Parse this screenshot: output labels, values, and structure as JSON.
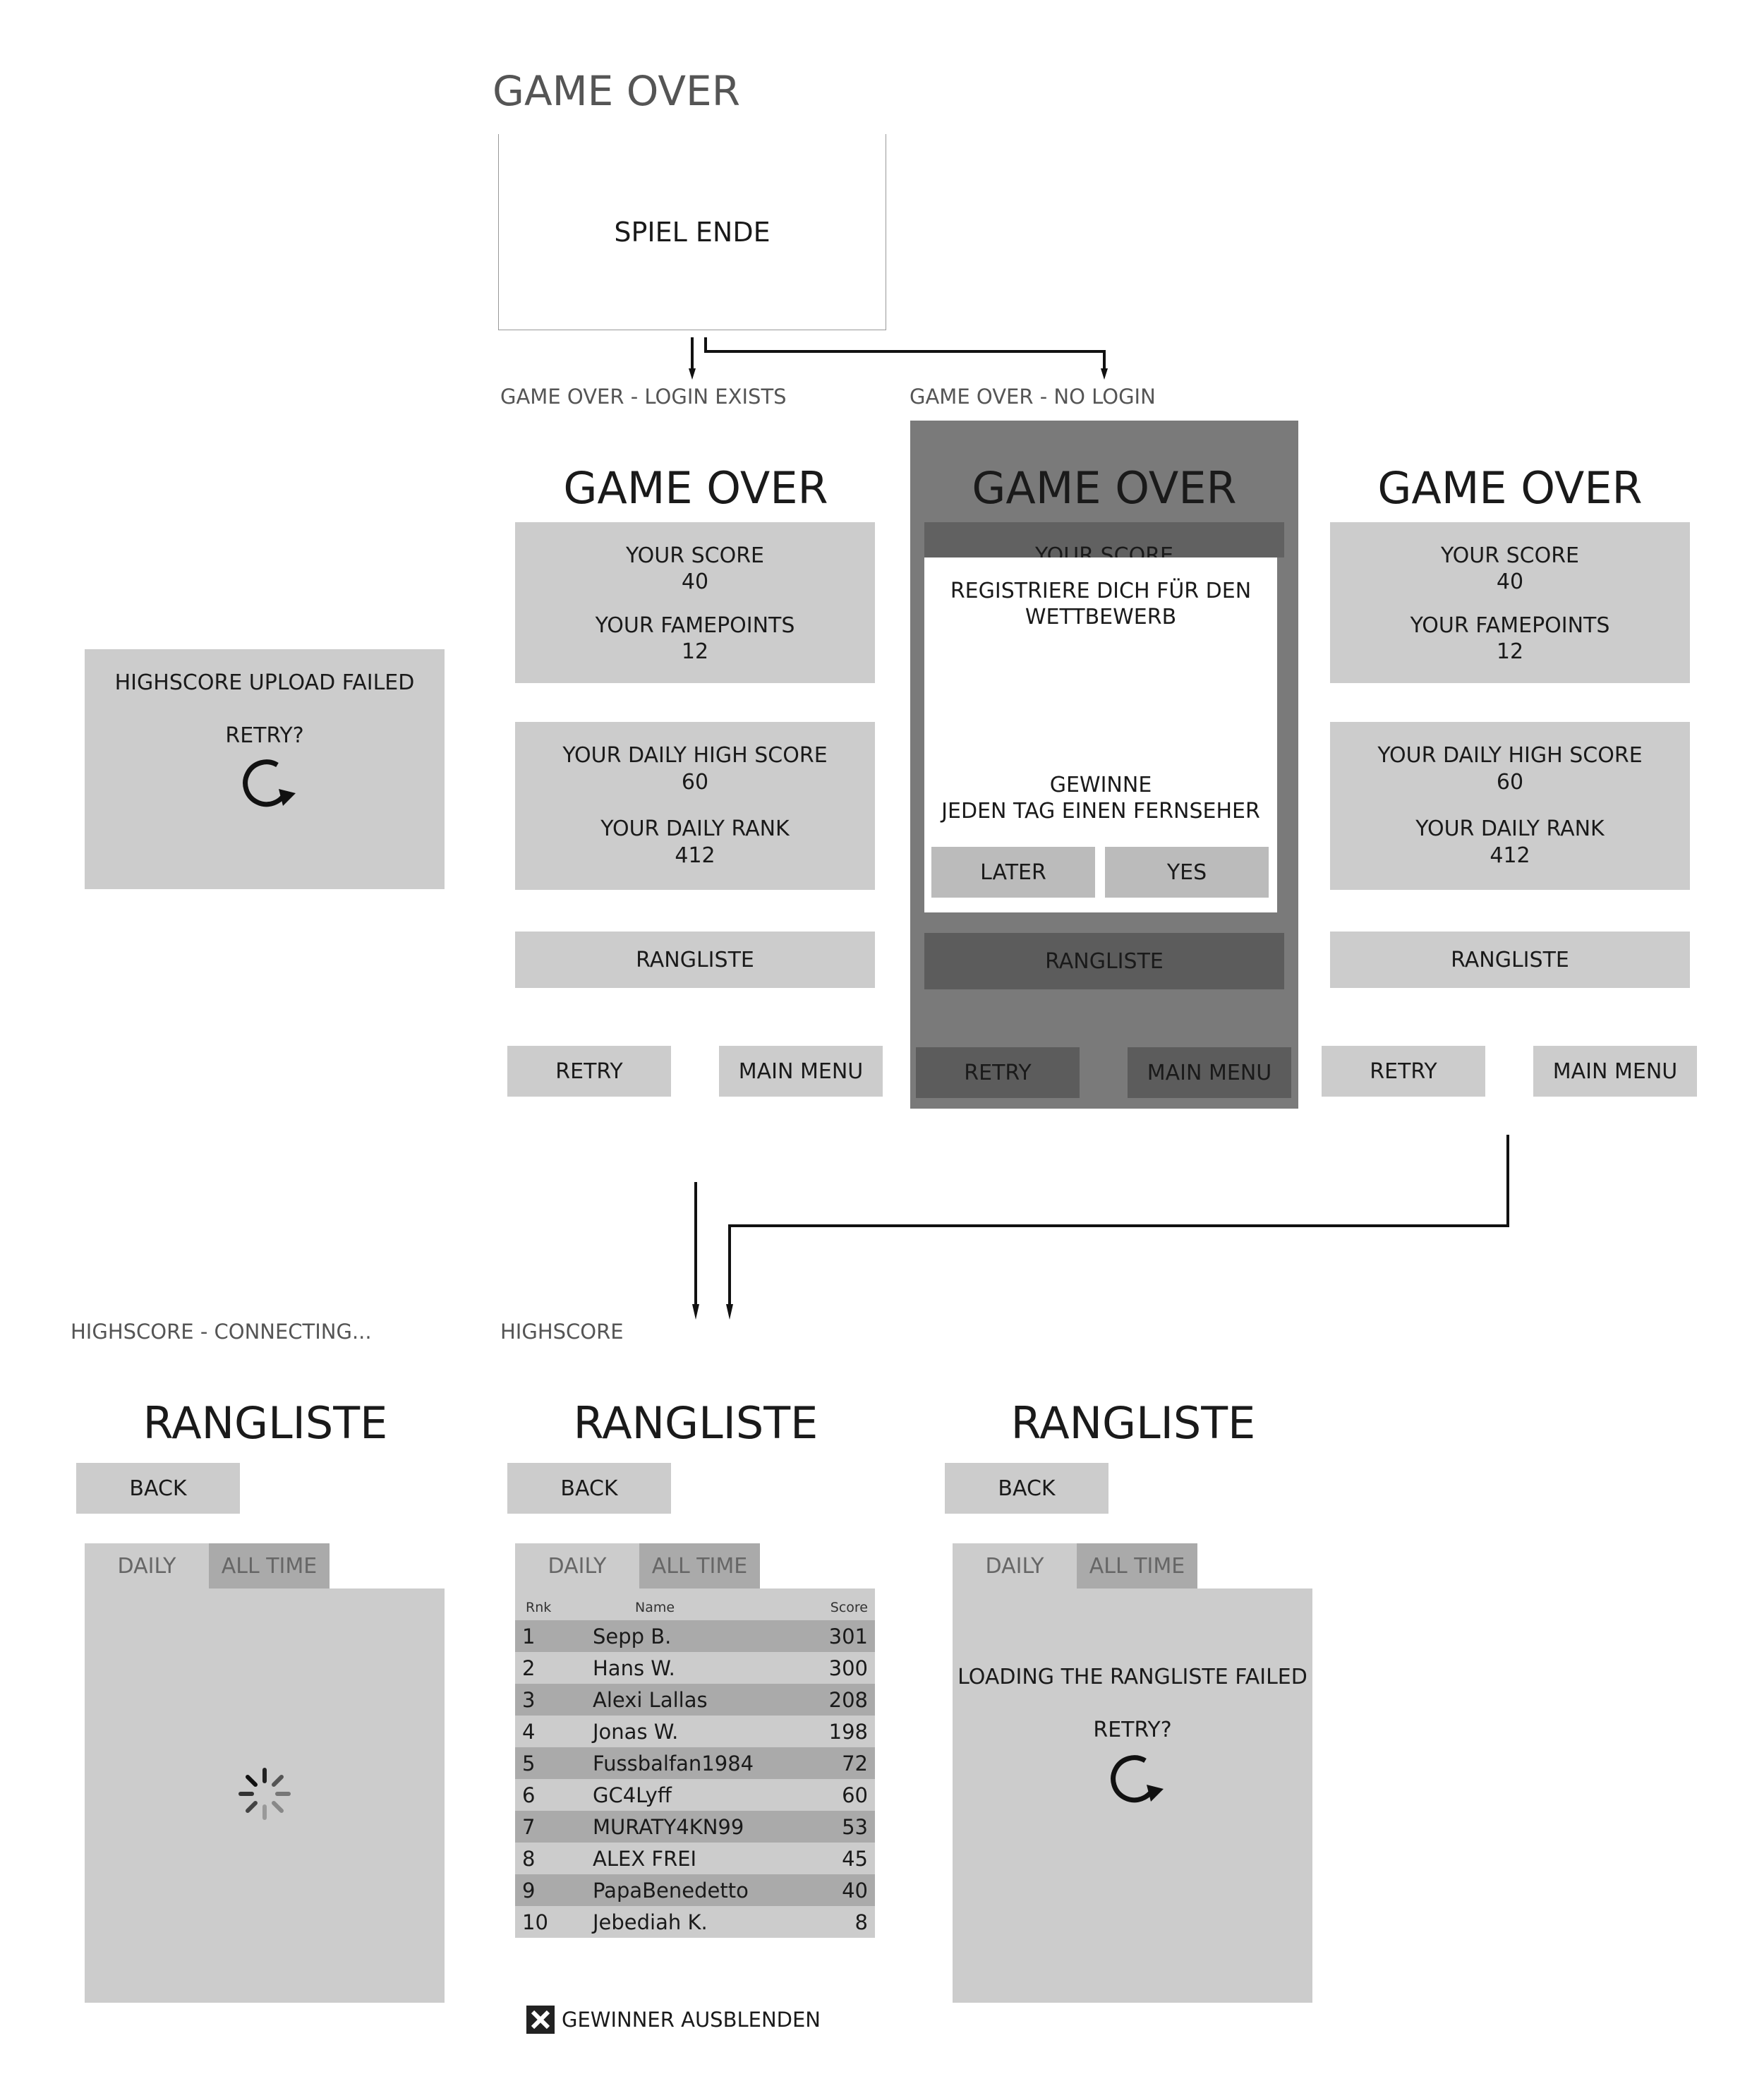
{
  "title": "GAME OVER",
  "spiel_ende": "SPIEL ENDE",
  "labels": {
    "login_exists": "GAME OVER - LOGIN EXISTS",
    "no_login": "GAME OVER - NO LOGIN",
    "hs_connecting": "HIGHSCORE - CONNECTING...",
    "highscore": "HIGHSCORE"
  },
  "game_over": {
    "heading": "GAME OVER",
    "your_score_label": "YOUR SCORE",
    "your_score": "40",
    "famepoints_label": "YOUR FAMEPOINTS",
    "famepoints": "12",
    "daily_high_label": "YOUR DAILY HIGH SCORE",
    "daily_high": "60",
    "daily_rank_label": "YOUR DAILY RANK",
    "daily_rank": "412",
    "rangliste_btn": "RANGLISTE",
    "retry_btn": "RETRY",
    "main_menu_btn": "MAIN MENU"
  },
  "upload_failed": {
    "message": "HIGHSCORE UPLOAD FAILED",
    "retry": "RETRY?"
  },
  "register_popup": {
    "peek": "YOUR SCORE",
    "line1": "REGISTRIERE DICH FÜR DEN",
    "line2": "WETTBEWERB",
    "line3": "GEWINNE",
    "line4": "JEDEN TAG EINEN FERNSEHER",
    "later": "LATER",
    "yes": "YES"
  },
  "rangliste": {
    "heading": "RANGLISTE",
    "back": "BACK",
    "tab_daily": "DAILY",
    "tab_all": "ALL TIME",
    "col_rank": "Rnk",
    "col_name": "Name",
    "col_score": "Score",
    "rows": [
      {
        "rank": "1",
        "name": "Sepp B.",
        "score": "301"
      },
      {
        "rank": "2",
        "name": "Hans W.",
        "score": "300"
      },
      {
        "rank": "3",
        "name": "Alexi Lallas",
        "score": "208"
      },
      {
        "rank": "4",
        "name": "Jonas W.",
        "score": "198"
      },
      {
        "rank": "5",
        "name": "Fussbalfan1984",
        "score": "72"
      },
      {
        "rank": "6",
        "name": "GC4Lyff",
        "score": "60"
      },
      {
        "rank": "7",
        "name": "MURATY4KN99",
        "score": "53"
      },
      {
        "rank": "8",
        "name": "ALEX FREI",
        "score": "45"
      },
      {
        "rank": "9",
        "name": "PapaBenedetto",
        "score": "40"
      },
      {
        "rank": "10",
        "name": "Jebediah K.",
        "score": "8"
      }
    ],
    "hide_winners": "GEWINNER AUSBLENDEN",
    "failed_message": "LOADING THE RANGLISTE FAILED",
    "failed_retry": "RETRY?"
  }
}
